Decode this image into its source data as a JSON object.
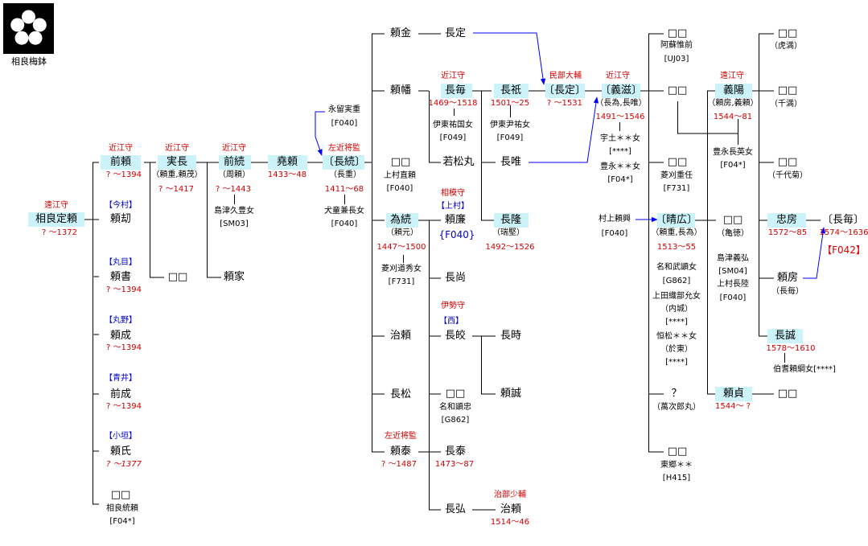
{
  "crest": {
    "label": "相良梅鉢",
    "icon": "umebachi-crest-icon"
  },
  "colors": {
    "highlight": "#ccf3fa",
    "title": "#d00000",
    "tag": "#0000cc",
    "line": "#000000",
    "link": "#0000ff"
  },
  "nodes": {
    "n1": {
      "name": "相良定頼",
      "title": "遠江守",
      "years": "? ～1372"
    },
    "n2": {
      "name": "前頼",
      "title": "近江守",
      "years": "? ～1394"
    },
    "n3": {
      "name": "頼刧",
      "tag": "【今村】"
    },
    "n4": {
      "name": "頼書",
      "tag": "【丸目】",
      "years": "? ～1394"
    },
    "n5": {
      "name": "頼成",
      "tag": "【丸野】",
      "years": "? ～1394"
    },
    "n6": {
      "name": "前成",
      "tag": "【青井】",
      "years": "? ～1394"
    },
    "n7": {
      "name": "頼氏",
      "tag": "【小垣】",
      "years": "? ～1377"
    },
    "n8": {
      "name": "□□",
      "note1": "相良統頼",
      "note2": "[F04*]"
    },
    "n9": {
      "name": "実長",
      "title": "近江守",
      "alias": "（頼重,頼茂）",
      "years": "? ～1417"
    },
    "n10": {
      "name": "□□"
    },
    "n11": {
      "name": "前続",
      "title": "近江守",
      "alias": "（周頼）",
      "years": "? ～1443",
      "spouse": "島津久豊女",
      "ref": "[SM03]"
    },
    "n12": {
      "name": "頼家"
    },
    "n13": {
      "name": "堯頼",
      "years": "1433～48"
    },
    "n14": {
      "name": "〔長続〕",
      "title": "左近将監",
      "alias": "（長重）",
      "years": "1411～68",
      "spouse": "犬童兼長女",
      "ref": "[F040]"
    },
    "n15": {
      "name1": "永留実重",
      "ref": "[F040]"
    },
    "n16": {
      "name": "頼金"
    },
    "n17": {
      "name": "長定"
    },
    "n18": {
      "name": "頼幡"
    },
    "n19": {
      "name": "長毎",
      "title": "近江守",
      "years": "1469～1518",
      "spouse": "伊東祐国女",
      "ref": "[F049]"
    },
    "n20": {
      "name": "長祇",
      "years": "1501～25",
      "spouse": "伊東尹祐女",
      "ref": "[F049]"
    },
    "n21": {
      "name": "〔長定〕",
      "title": "民部大輔",
      "years": "? ～1531"
    },
    "n22": {
      "name": "〔義滋〕",
      "title": "近江守",
      "alias": "（長為,長唯）",
      "years": "1491～1546",
      "spouse1": "宇土＊＊女",
      "ref1": "[****]",
      "spouse2": "豊永＊＊女",
      "ref2": "[F04*]"
    },
    "n23": {
      "name": "若松丸"
    },
    "n24": {
      "name": "長唯"
    },
    "n25": {
      "name": "□□",
      "note1": "上村直頼",
      "note2": "[F040]"
    },
    "n26": {
      "name": "為続",
      "alias": "（頼元）",
      "years": "1447～1500",
      "spouse": "菱刈道秀女",
      "ref": "[F731]"
    },
    "n27": {
      "name": "頼廉",
      "title": "相模守",
      "tag": "【上村】",
      "ref": "{F040}"
    },
    "n28": {
      "name": "長隆",
      "alias": "（瑞堅）",
      "years": "1492～1526"
    },
    "n29": {
      "name": "長尚"
    },
    "n30": {
      "name": "治頼"
    },
    "n31": {
      "name": "長皎",
      "title": "伊勢守",
      "tag": "【西】"
    },
    "n32": {
      "name": "長時"
    },
    "n33": {
      "name": "頼誠"
    },
    "n34": {
      "name": "長松"
    },
    "n35": {
      "name": "□□",
      "note1": "名和顕忠",
      "note2": "[G862]"
    },
    "n36": {
      "name": "頼泰",
      "title": "左近将監",
      "years": "? ～1487"
    },
    "n37": {
      "name": "長泰",
      "years": "1473～87"
    },
    "n38": {
      "name": "長弘"
    },
    "n39": {
      "name": "治頼",
      "title": "治部少輔",
      "years": "1514～46"
    },
    "n40": {
      "name": "□□",
      "note1": "阿蘇惟前",
      "note2": "[UJ03]"
    },
    "n41": {
      "name": "□□"
    },
    "n42": {
      "name": "□□",
      "note1": "菱刈重任",
      "note2": "[F731]"
    },
    "n43": {
      "name1": "村上頼興",
      "ref": "[F040]"
    },
    "n44": {
      "name": "〔晴広〕",
      "alias": "（頼重,長為）",
      "years": "1513～55",
      "spouses": [
        "名和武顕女",
        "[G862]",
        "上田織部允女",
        "（内城）",
        "[****]",
        "恒松＊＊女",
        "（於東）",
        "[****]"
      ]
    },
    "n45": {
      "name": "？",
      "alias": "（萬次郎丸）"
    },
    "n46": {
      "name": "□□",
      "note1": "東郷＊＊",
      "note2": "[H415]"
    },
    "n47": {
      "name": "義陽",
      "title": "遠江守",
      "alias": "（頼房,義頼）",
      "years": "1544～81",
      "spouse": "豊永長英女",
      "ref": "[F04*]"
    },
    "n48": {
      "name": "□□",
      "alias": "（亀徳）",
      "spouse1": "島津義弘",
      "ref1": "[SM04]",
      "spouse2": "上村長陸",
      "ref2": "[F040]"
    },
    "n49": {
      "name": "頼貞",
      "years": "1544～ ?"
    },
    "n50": {
      "name": "□□"
    },
    "n51": {
      "name": "□□",
      "alias": "（虎満）"
    },
    "n52": {
      "name": "□□",
      "alias": "（千満）"
    },
    "n53": {
      "name": "□□",
      "alias": "（千代菊）"
    },
    "n54": {
      "name": "忠房",
      "years": "1572～85"
    },
    "n55": {
      "name": "頼房",
      "alias": "（長毎）"
    },
    "n56": {
      "name": "長誠",
      "years": "1578～1610",
      "spouse": "伯耆頼綱女[****]"
    },
    "n57": {
      "name": "〔長毎〕",
      "years": "1574～1636",
      "ref": "【F042】"
    }
  }
}
